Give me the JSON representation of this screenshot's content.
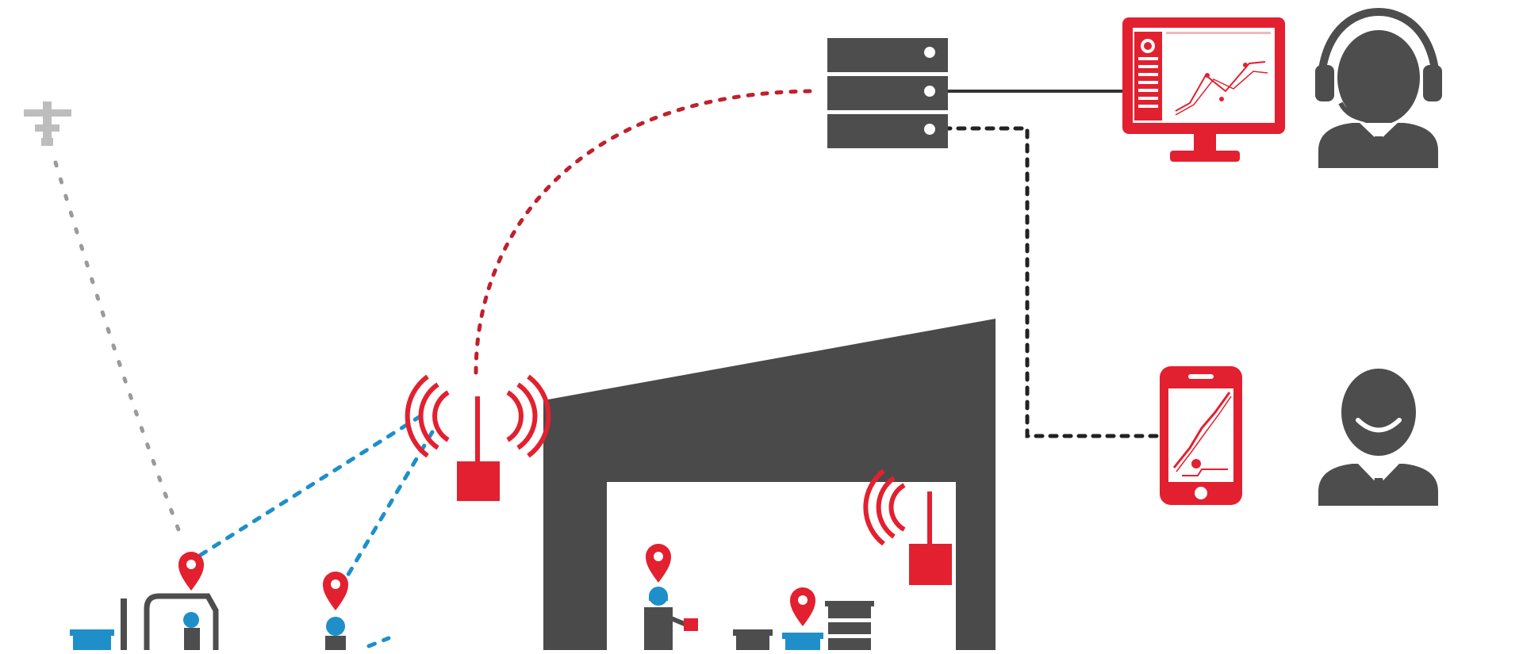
{
  "diagram": {
    "title": "",
    "nodes": [
      {
        "id": "satellite",
        "icon": "satellite-icon"
      },
      {
        "id": "server",
        "icon": "server-rack-icon"
      },
      {
        "id": "monitor",
        "icon": "monitor-dashboard-icon"
      },
      {
        "id": "operator",
        "icon": "headset-operator-icon"
      },
      {
        "id": "smartphone",
        "icon": "smartphone-chart-icon"
      },
      {
        "id": "manager",
        "icon": "user-avatar-icon"
      },
      {
        "id": "outdoor-gateway",
        "icon": "wireless-gateway-icon"
      },
      {
        "id": "indoor-gateway",
        "icon": "wireless-gateway-icon"
      },
      {
        "id": "warehouse",
        "icon": "warehouse-building-icon"
      },
      {
        "id": "forklift-tag",
        "icon": "location-pin-icon"
      },
      {
        "id": "outdoor-worker-tag",
        "icon": "location-pin-icon"
      },
      {
        "id": "indoor-worker-tag",
        "icon": "location-pin-icon"
      },
      {
        "id": "barrel-tag",
        "icon": "location-pin-icon"
      }
    ],
    "links": [
      {
        "from": "satellite",
        "to": "forklift-tag",
        "style": "dotted",
        "color": "#9a9a9a"
      },
      {
        "from": "outdoor-gateway",
        "to": "server",
        "style": "dotted",
        "color": "#c0202c"
      },
      {
        "from": "server",
        "to": "monitor",
        "style": "solid",
        "color": "#333333"
      },
      {
        "from": "server",
        "to": "smartphone",
        "style": "dotted",
        "color": "#222222"
      },
      {
        "from": "outdoor-gateway",
        "to": "indoor-gateway",
        "style": "dotted",
        "color": "#c0202c"
      },
      {
        "from": "outdoor-gateway",
        "to": "forklift-tag",
        "style": "dotted",
        "color": "#1f8fc9"
      },
      {
        "from": "outdoor-gateway",
        "to": "outdoor-worker-tag",
        "style": "dotted",
        "color": "#1f8fc9"
      },
      {
        "from": "indoor-gateway",
        "to": "indoor-worker-tag",
        "style": "dotted",
        "color": "#1f8fc9"
      },
      {
        "from": "indoor-gateway",
        "to": "barrel-tag",
        "style": "dotted",
        "color": "#1f8fc9"
      }
    ]
  },
  "colors": {
    "accent_red": "#e3202f",
    "dark_gray": "#4d4d4d",
    "link_blue": "#1f8fc9",
    "link_gray": "#9a9a9a"
  }
}
